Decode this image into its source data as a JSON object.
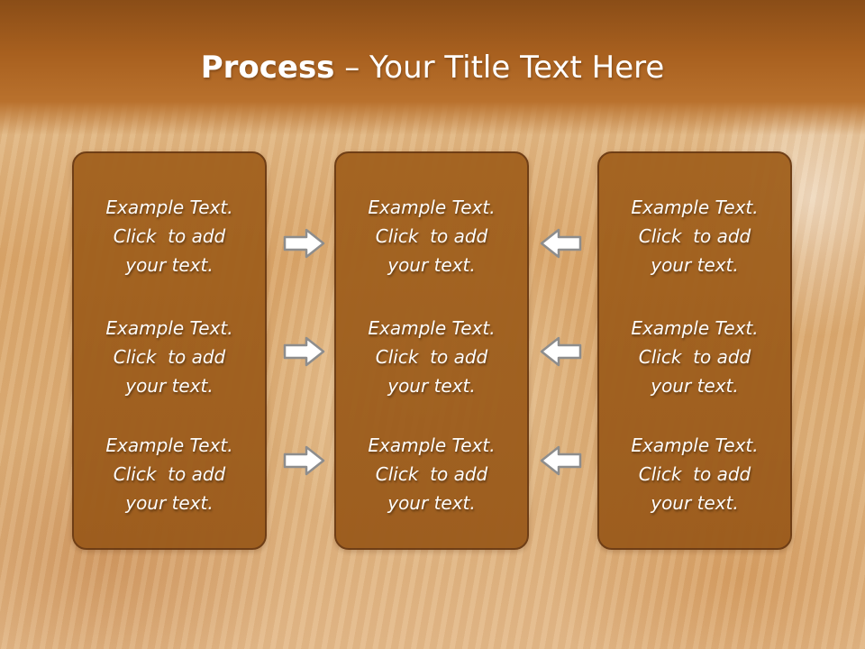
{
  "slide": {
    "title_bold": "Process",
    "title_rest": " – Your Title Text Here"
  },
  "columns": [
    {
      "items": [
        {
          "line1": "Example Text.",
          "line2": "Click  to add",
          "line3": "your text."
        },
        {
          "line1": "Example Text.",
          "line2": "Click  to add",
          "line3": "your text."
        },
        {
          "line1": "Example Text.",
          "line2": "Click  to add",
          "line3": "your text."
        }
      ]
    },
    {
      "items": [
        {
          "line1": "Example Text.",
          "line2": "Click  to add",
          "line3": "your text."
        },
        {
          "line1": "Example Text.",
          "line2": "Click  to add",
          "line3": "your text."
        },
        {
          "line1": "Example Text.",
          "line2": "Click  to add",
          "line3": "your text."
        }
      ]
    },
    {
      "items": [
        {
          "line1": "Example Text.",
          "line2": "Click  to add",
          "line3": "your text."
        },
        {
          "line1": "Example Text.",
          "line2": "Click  to add",
          "line3": "your text."
        },
        {
          "line1": "Example Text.",
          "line2": "Click  to add",
          "line3": "your text."
        }
      ]
    }
  ],
  "arrows": {
    "left_group": "arrow-right-icon",
    "right_group": "arrow-left-icon"
  },
  "colors": {
    "header": "#a8601f",
    "panel": "#a2621f",
    "panel_border": "#6b3a12",
    "text": "#ffffff"
  }
}
